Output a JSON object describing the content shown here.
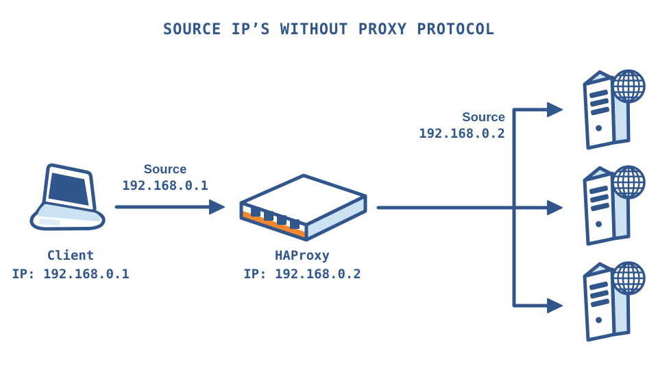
{
  "title": "SOURCE IP’S WITHOUT PROXY PROTOCOL",
  "colors": {
    "primary": "#31568C",
    "light_blue": "#CCE1F2",
    "pale_blue": "#DFEDF8",
    "orange": "#F0882F",
    "background": "#FFFFFF"
  },
  "client": {
    "label": "Client",
    "ip": "IP: 192.168.0.1",
    "icon": "laptop-icon"
  },
  "load_balancer": {
    "label": "HAProxy",
    "ip": "IP: 192.168.0.2",
    "icon": "network-appliance-icon"
  },
  "flows": {
    "client_to_proxy": {
      "label": "Source",
      "ip": "192.168.0.1"
    },
    "proxy_to_servers": {
      "label": "Source",
      "ip": "192.168.0.2"
    }
  },
  "servers": {
    "count": 3,
    "icon": "server-with-globe-icon"
  }
}
